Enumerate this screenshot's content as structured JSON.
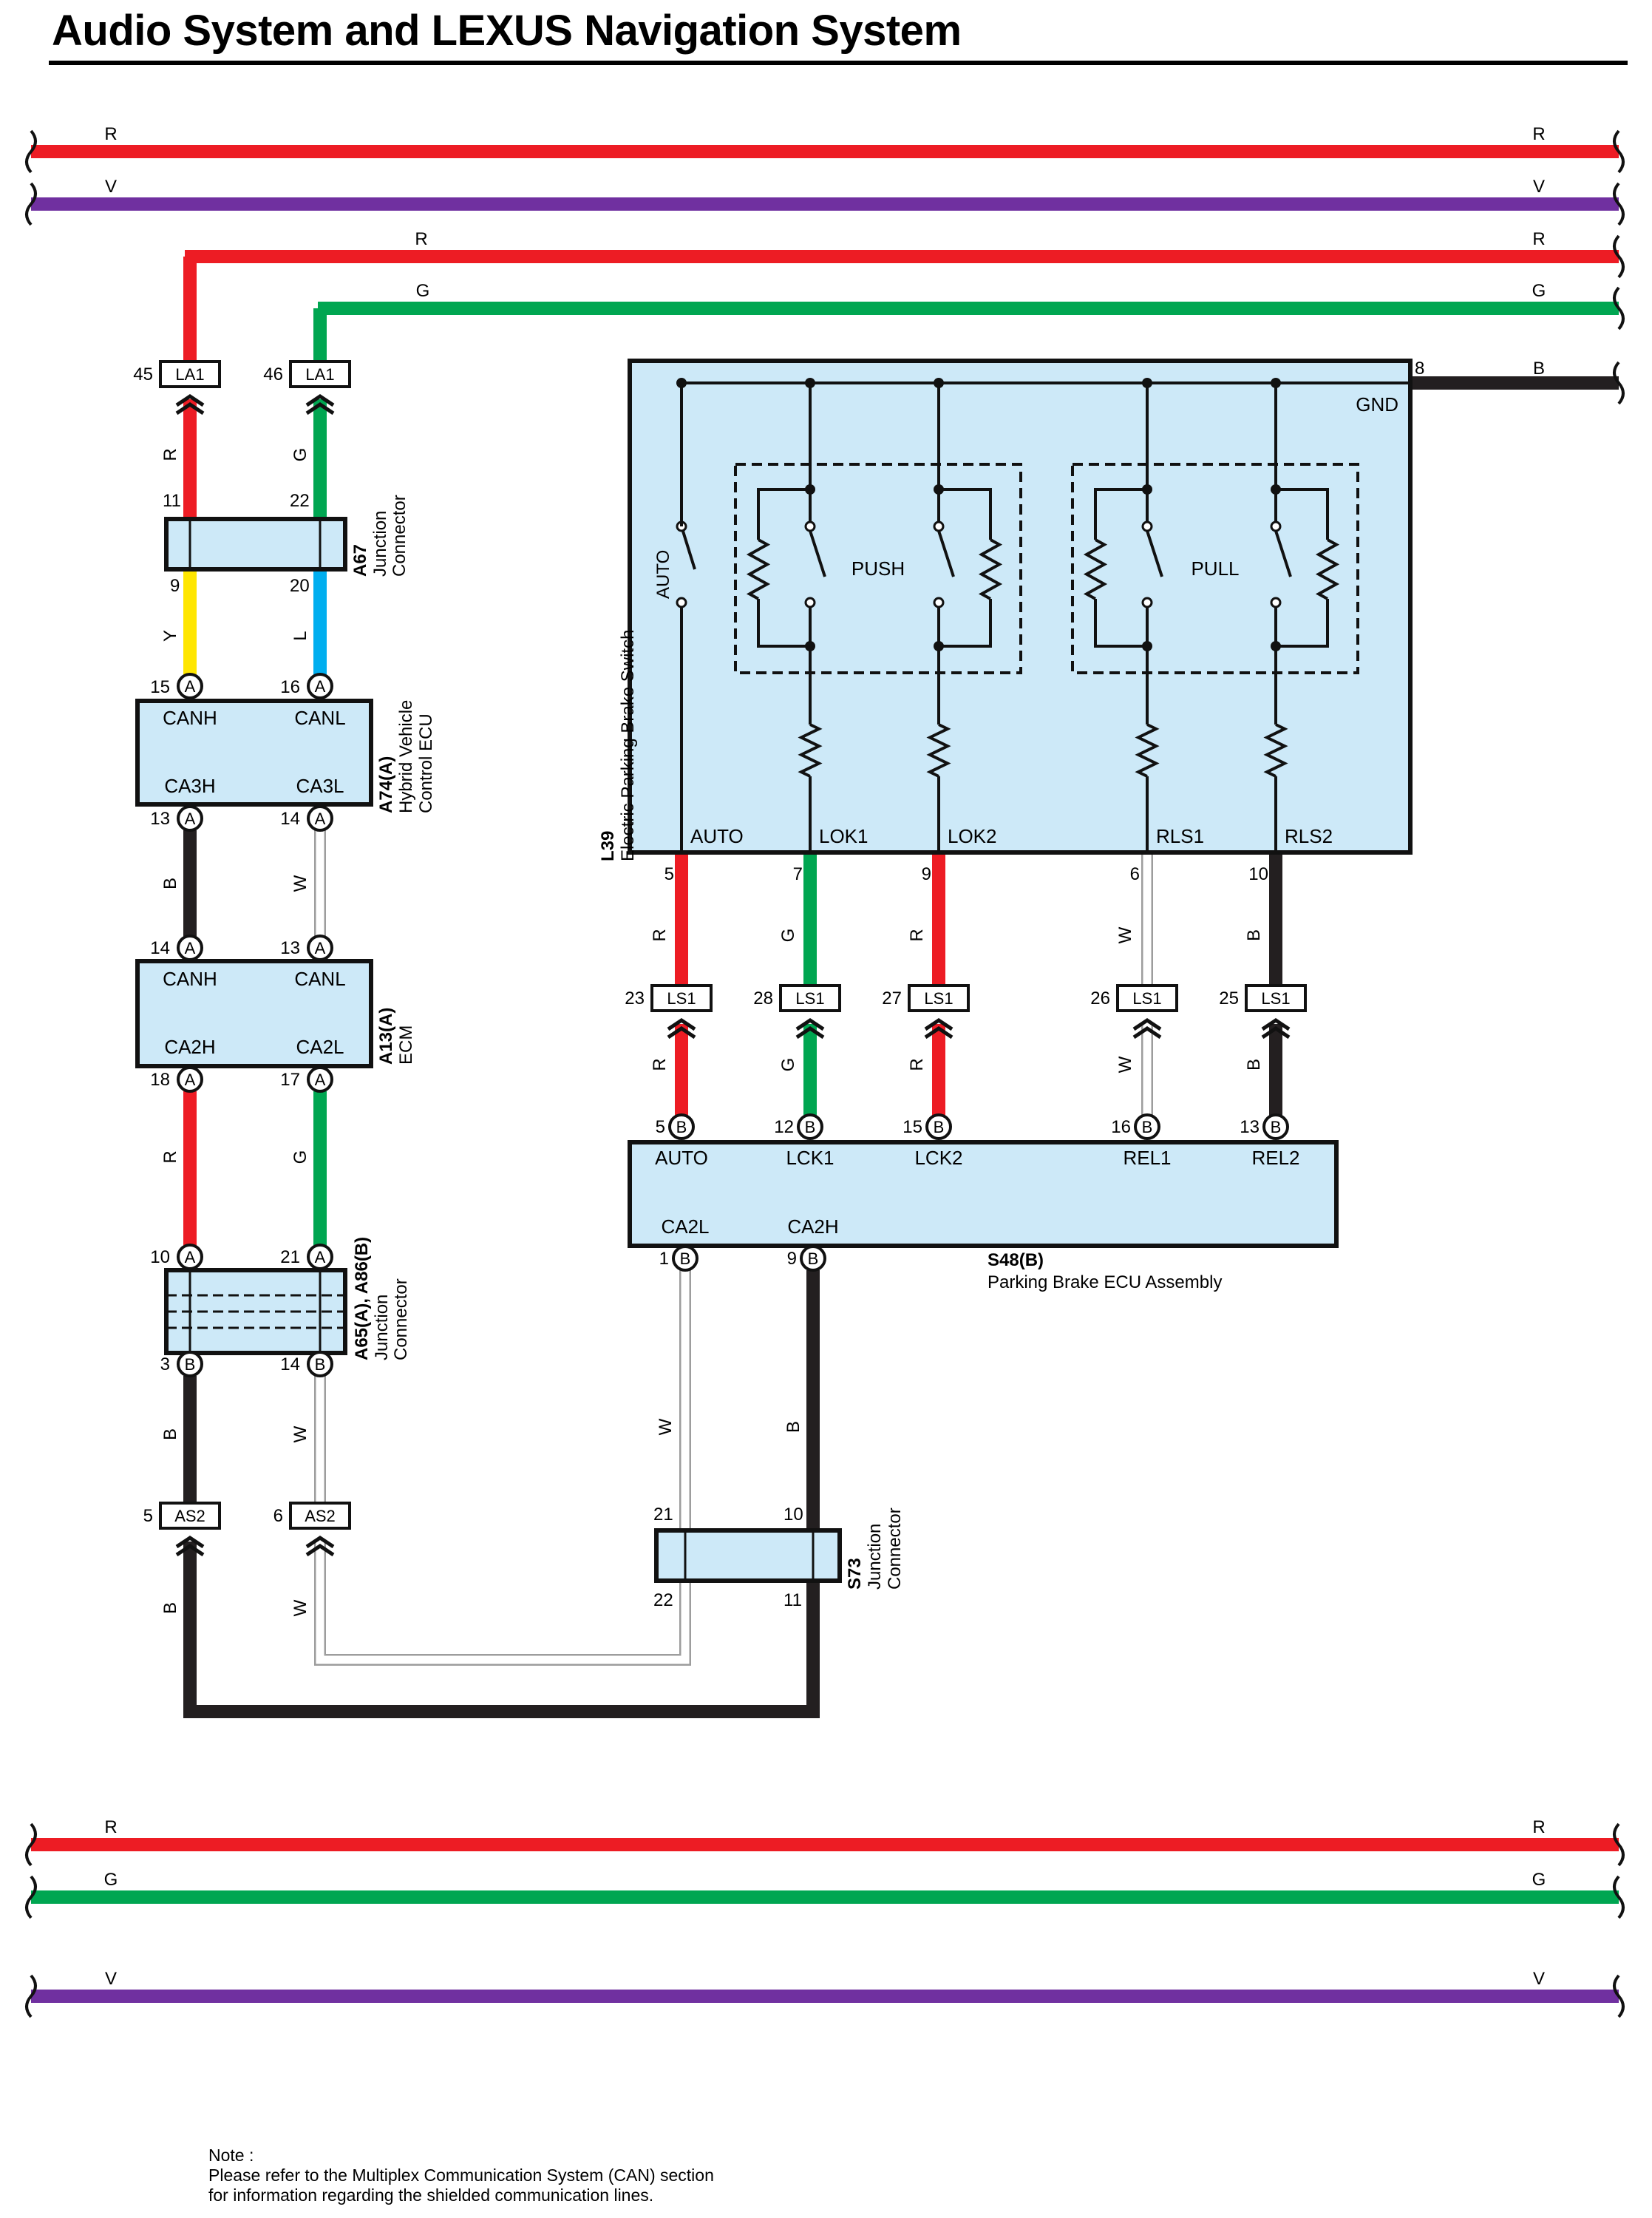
{
  "title": "Audio System and LEXUS Navigation System",
  "colors": {
    "R": "#ed1c24",
    "V": "#7030a0",
    "G": "#00a651",
    "B": "#231f20",
    "Y": "#ffe600",
    "L": "#00aeef",
    "W": "#ffffff",
    "W_edge": "#9d9d9d",
    "component_fill": "#cde9f8"
  },
  "bus_lines": [
    {
      "color": "R",
      "label": "R"
    },
    {
      "color": "V",
      "label": "V"
    },
    {
      "color": "R",
      "label": "R"
    },
    {
      "color": "G",
      "label": "G"
    },
    {
      "color": "R",
      "label": "R"
    },
    {
      "color": "G",
      "label": "G"
    },
    {
      "color": "V",
      "label": "V"
    }
  ],
  "components": {
    "epb_switch": {
      "code": "L39",
      "name": "Electric Parking Brake Switch",
      "gnd_label": "GND",
      "gnd_pin": "8",
      "gnd_wire": "B",
      "auto_switch_label": "AUTO",
      "push_label": "PUSH",
      "pull_label": "PULL",
      "terminals": [
        {
          "name": "AUTO",
          "pin": "5",
          "wire": "R"
        },
        {
          "name": "LOK1",
          "pin": "7",
          "wire": "G"
        },
        {
          "name": "LOK2",
          "pin": "9",
          "wire": "R"
        },
        {
          "name": "RLS1",
          "pin": "6",
          "wire": "W"
        },
        {
          "name": "RLS2",
          "pin": "10",
          "wire": "B"
        }
      ]
    },
    "parking_ecu": {
      "code": "S48(B)",
      "name": "Parking Brake ECU Assembly",
      "inputs": [
        {
          "name": "AUTO",
          "pin": "5",
          "mark": "B",
          "wire": "R"
        },
        {
          "name": "LCK1",
          "pin": "12",
          "mark": "B",
          "wire": "G"
        },
        {
          "name": "LCK2",
          "pin": "15",
          "mark": "B",
          "wire": "R"
        },
        {
          "name": "REL1",
          "pin": "16",
          "mark": "B",
          "wire": "W"
        },
        {
          "name": "REL2",
          "pin": "13",
          "mark": "B",
          "wire": "B"
        }
      ],
      "can": [
        {
          "name": "CA2L",
          "pin": "1",
          "mark": "B"
        },
        {
          "name": "CA2H",
          "pin": "9",
          "mark": "B"
        }
      ]
    },
    "ls1_connectors": [
      {
        "label": "LS1",
        "pin": "23"
      },
      {
        "label": "LS1",
        "pin": "28"
      },
      {
        "label": "LS1",
        "pin": "27"
      },
      {
        "label": "LS1",
        "pin": "26"
      },
      {
        "label": "LS1",
        "pin": "25"
      }
    ],
    "la1_connectors": [
      {
        "label": "LA1",
        "pin": "45",
        "wire": "R"
      },
      {
        "label": "LA1",
        "pin": "46",
        "wire": "G"
      }
    ],
    "a67": {
      "code": "A67",
      "name_line1": "Junction",
      "name_line2": "Connector",
      "pins_top": [
        "11",
        "22"
      ],
      "pins_bottom": [
        "9",
        "20"
      ],
      "wires_above": [
        "R",
        "G"
      ],
      "wires_below": [
        "Y",
        "L"
      ]
    },
    "a74": {
      "code": "A74(A)",
      "name_line1": "Hybrid Vehicle",
      "name_line2": "Control ECU",
      "top_terms": [
        {
          "name": "CANH",
          "pin": "15",
          "mark": "A"
        },
        {
          "name": "CANL",
          "pin": "16",
          "mark": "A"
        }
      ],
      "bottom_terms": [
        {
          "name": "CA3H",
          "pin": "13",
          "mark": "A"
        },
        {
          "name": "CA3L",
          "pin": "14",
          "mark": "A"
        }
      ],
      "wires_below": [
        "B",
        "W"
      ]
    },
    "a13": {
      "code": "A13(A)",
      "name": "ECM",
      "top_terms": [
        {
          "name": "CANH",
          "pin": "14",
          "mark": "A"
        },
        {
          "name": "CANL",
          "pin": "13",
          "mark": "A"
        }
      ],
      "bottom_terms": [
        {
          "name": "CA2H",
          "pin": "18",
          "mark": "A"
        },
        {
          "name": "CA2L",
          "pin": "17",
          "mark": "A"
        }
      ],
      "wires_below": [
        "R",
        "G"
      ]
    },
    "a65": {
      "code": "A65(A), A86(B)",
      "name_line1": "Junction",
      "name_line2": "Connector",
      "top_pins": [
        {
          "pin": "10",
          "mark": "A"
        },
        {
          "pin": "21",
          "mark": "A"
        }
      ],
      "bottom_pins": [
        {
          "pin": "3",
          "mark": "B"
        },
        {
          "pin": "14",
          "mark": "B"
        }
      ],
      "wires_below": [
        "B",
        "W"
      ]
    },
    "as2_connectors": [
      {
        "label": "AS2",
        "pin": "5",
        "wire": "B"
      },
      {
        "label": "AS2",
        "pin": "6",
        "wire": "W"
      }
    ],
    "s73": {
      "code": "S73",
      "name_line1": "Junction",
      "name_line2": "Connector",
      "top_pins": [
        "21",
        "10"
      ],
      "bottom_pins": [
        "22",
        "11"
      ],
      "wires_above": [
        "W",
        "B"
      ]
    }
  },
  "note": {
    "line1": "Note :",
    "line2": "Please refer to the Multiplex Communication System (CAN) section",
    "line3": "for information regarding the shielded communication lines."
  }
}
